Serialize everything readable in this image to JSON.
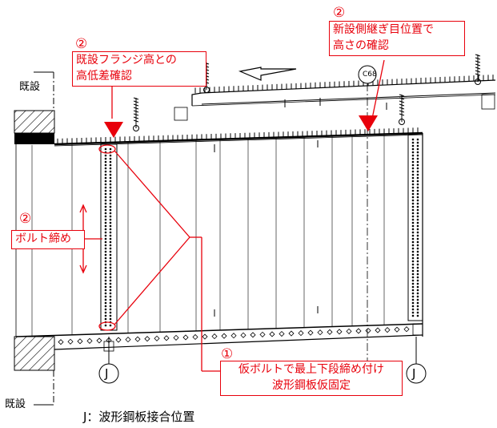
{
  "existing_label_top": "既設",
  "existing_label_bottom": "既設",
  "joint_marker_left": "J",
  "joint_marker_right": "J",
  "station_label": "C68",
  "legend": "J：波形鋼板接合位置",
  "annotations": {
    "flange_height": {
      "number": "②",
      "lines": [
        "既設フランジ高との",
        "高低差確認"
      ]
    },
    "new_joint": {
      "number": "②",
      "lines": [
        "新設側継ぎ目位置で",
        "高さの確認"
      ]
    },
    "bolt_tightening": {
      "number": "②",
      "lines": [
        "ボルト締め"
      ]
    },
    "temporary_bolt": {
      "number": "①",
      "lines": [
        "仮ボルトで最上下段締め付け",
        "波形鋼板仮固定"
      ]
    }
  },
  "colors": {
    "annotation": "#e8000b",
    "drawing": "#000000"
  },
  "icons": [
    "hatch-pattern",
    "direction-arrow",
    "triangle-marker"
  ]
}
